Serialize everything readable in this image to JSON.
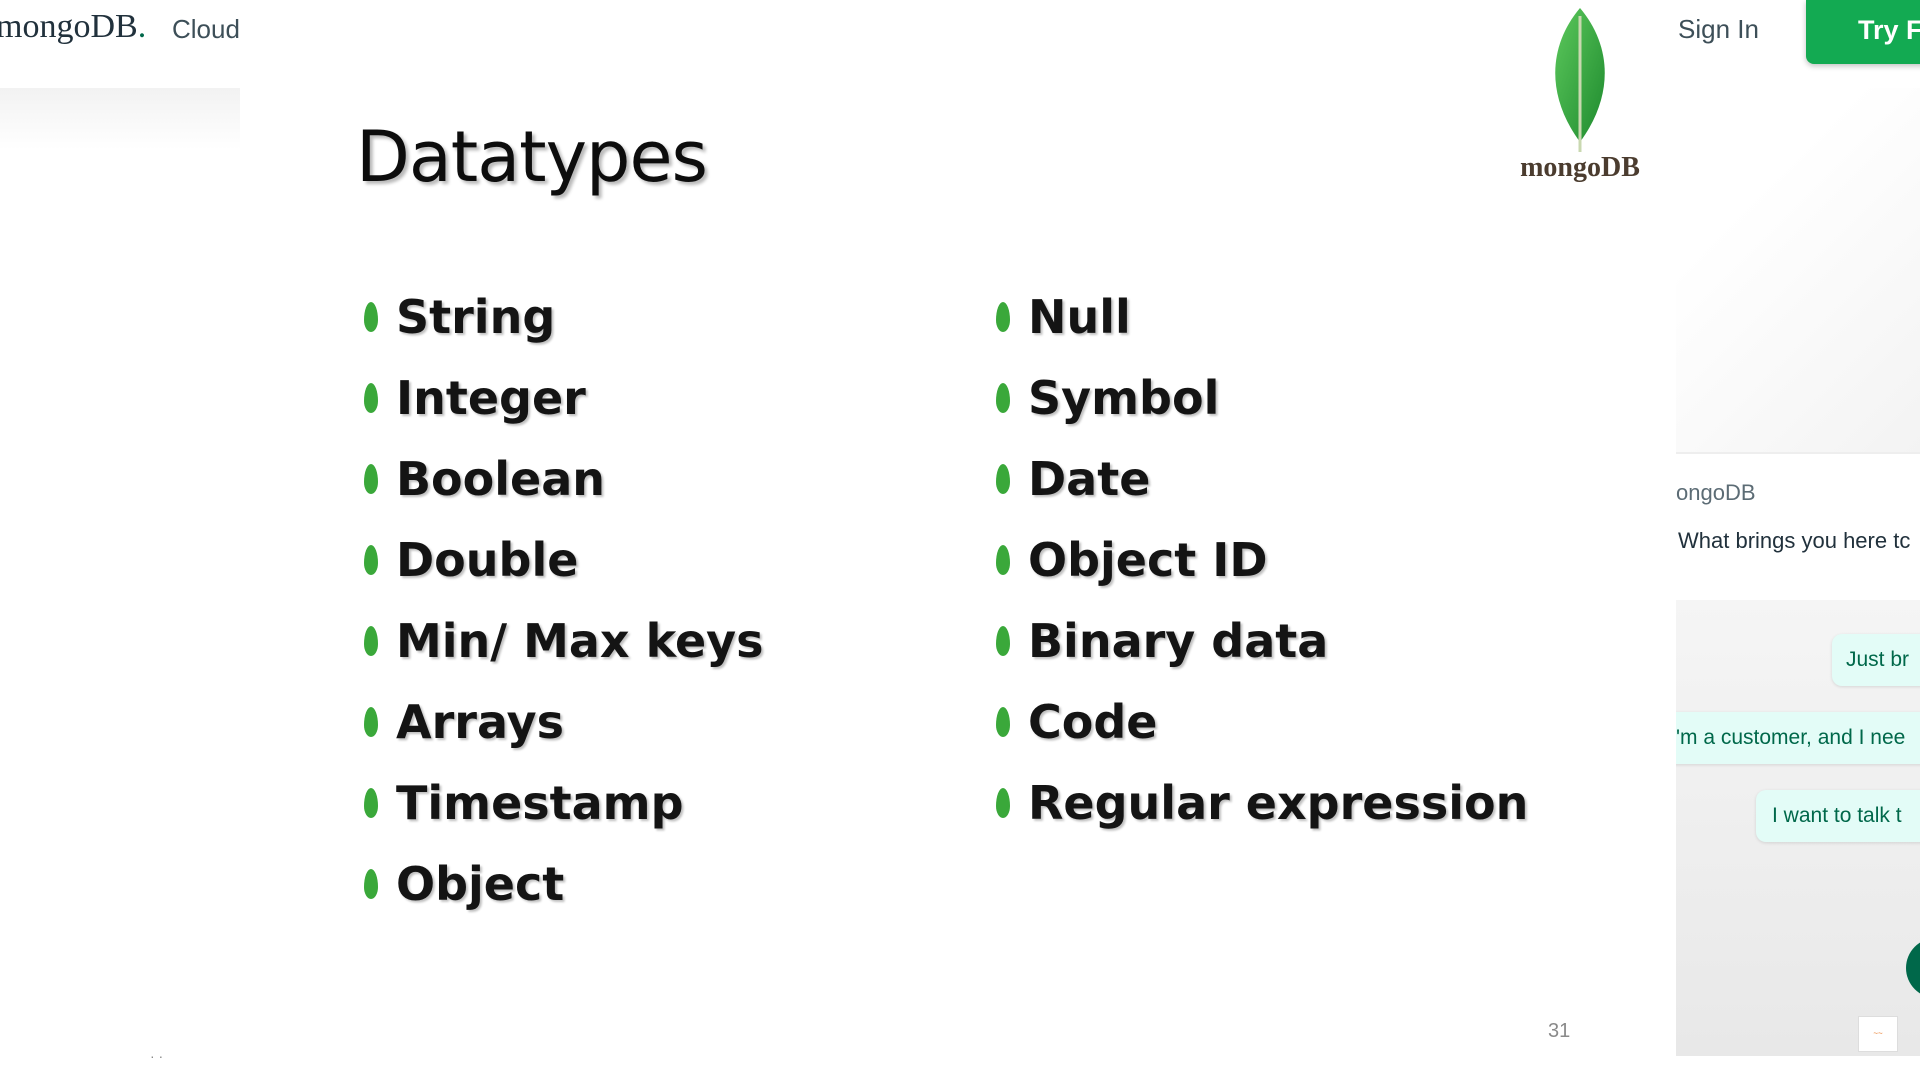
{
  "site": {
    "brand": "mongoDB",
    "brand_dot": ".",
    "nav_cloud": "Cloud",
    "sign_in": "Sign In",
    "try_free": "Try Fr"
  },
  "chat": {
    "header": "ongoDB",
    "question": "What brings you here tc",
    "options": [
      "Just br",
      "'m a customer, and I nee",
      "I want to talk t"
    ]
  },
  "slide": {
    "title": "Datatypes",
    "logo_text": "mongoDB",
    "page_number": "31",
    "bullet_color": "#3aa83a",
    "left_column": [
      "String",
      "Integer",
      "Boolean",
      "Double",
      "Min/ Max keys",
      "Arrays",
      "Timestamp",
      "Object"
    ],
    "right_column": [
      "Null",
      "Symbol",
      "Date",
      "Object ID",
      "Binary data",
      "Code",
      "Regular expression"
    ]
  },
  "colors": {
    "accent_green": "#13aa52",
    "leaf_green": "#3aa83a",
    "chat_option_bg": "#e3fcf7"
  }
}
